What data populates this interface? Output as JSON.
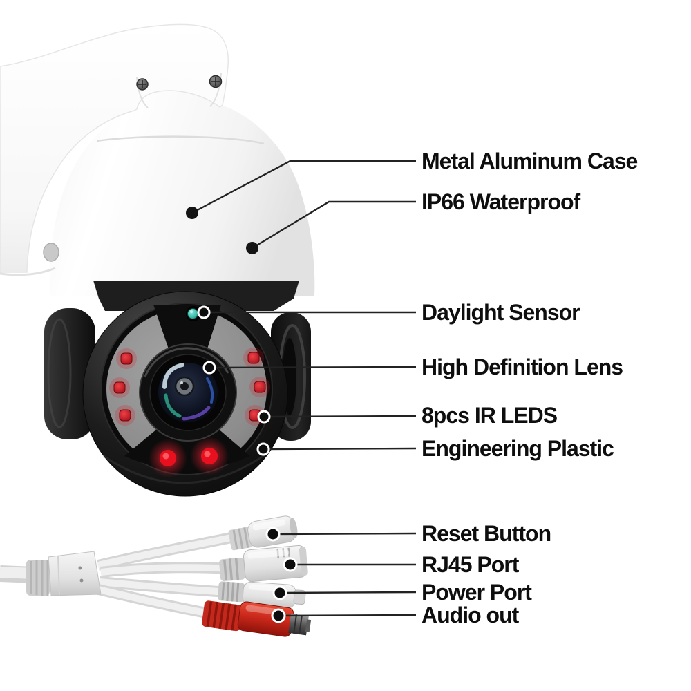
{
  "diagram": {
    "type": "product-callout-diagram",
    "subject": "PTZ speed dome security camera with wall mount and cable pigtail",
    "labels": [
      {
        "id": "metal-aluminum-case",
        "text": "Metal Aluminum Case"
      },
      {
        "id": "ip66-waterproof",
        "text": "IP66 Waterproof"
      },
      {
        "id": "daylight-sensor",
        "text": "Daylight Sensor"
      },
      {
        "id": "high-definition-lens",
        "text": "High Definition Lens"
      },
      {
        "id": "ir-leds",
        "text": "8pcs IR LEDS"
      },
      {
        "id": "engineering-plastic",
        "text": "Engineering Plastic"
      },
      {
        "id": "reset-button",
        "text": "Reset Button"
      },
      {
        "id": "rj45-port",
        "text": "RJ45 Port"
      },
      {
        "id": "power-port",
        "text": "Power Port"
      },
      {
        "id": "audio-out",
        "text": "Audio out"
      }
    ],
    "palette": {
      "background": "#ffffff",
      "label_text": "#0e0e0e",
      "leader_line": "#222222",
      "camera_body_white": "#fafafa",
      "camera_head_black": "#141414",
      "face_panel_gray": "#8f8f8f",
      "ir_led_red": "#d21320",
      "ir_glow_red": "#ff2232",
      "daylight_sensor_teal": "#3fbfae",
      "audio_plug_red": "#c8271a",
      "connector_gray": "#d9d9d9",
      "lens_glass_blue": "#1c2a4a"
    }
  }
}
